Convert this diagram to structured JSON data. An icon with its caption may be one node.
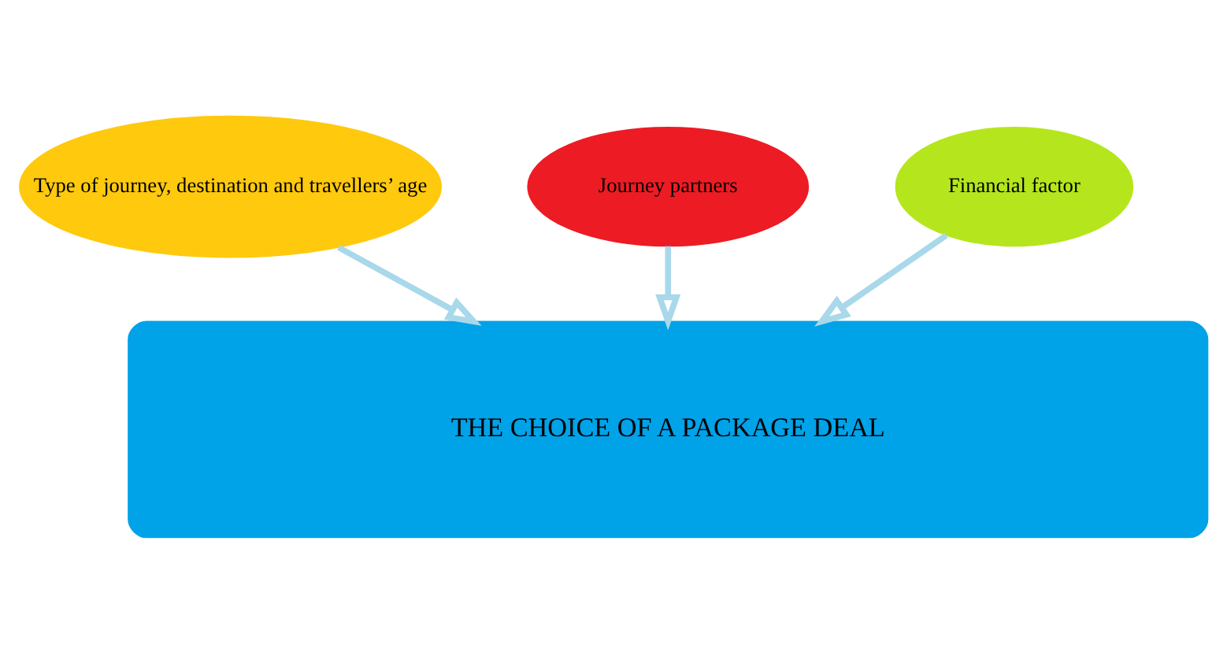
{
  "diagram": {
    "nodes": [
      {
        "text": [
          "Type of journey, destination and travellers’ age"
        ]
      },
      {
        "text": [
          "Journey partners"
        ]
      },
      {
        "text": [
          "Financial factor"
        ]
      },
      {
        "text": [
          "THE CHOICE OF A PACKAGE DEAL"
        ]
      }
    ],
    "edges": [
      {
        "from": 0,
        "to": 3,
        "arrow": "to"
      },
      {
        "from": 1,
        "to": 3,
        "arrow": "to"
      },
      {
        "from": 2,
        "to": 3,
        "arrow": "to"
      }
    ]
  }
}
